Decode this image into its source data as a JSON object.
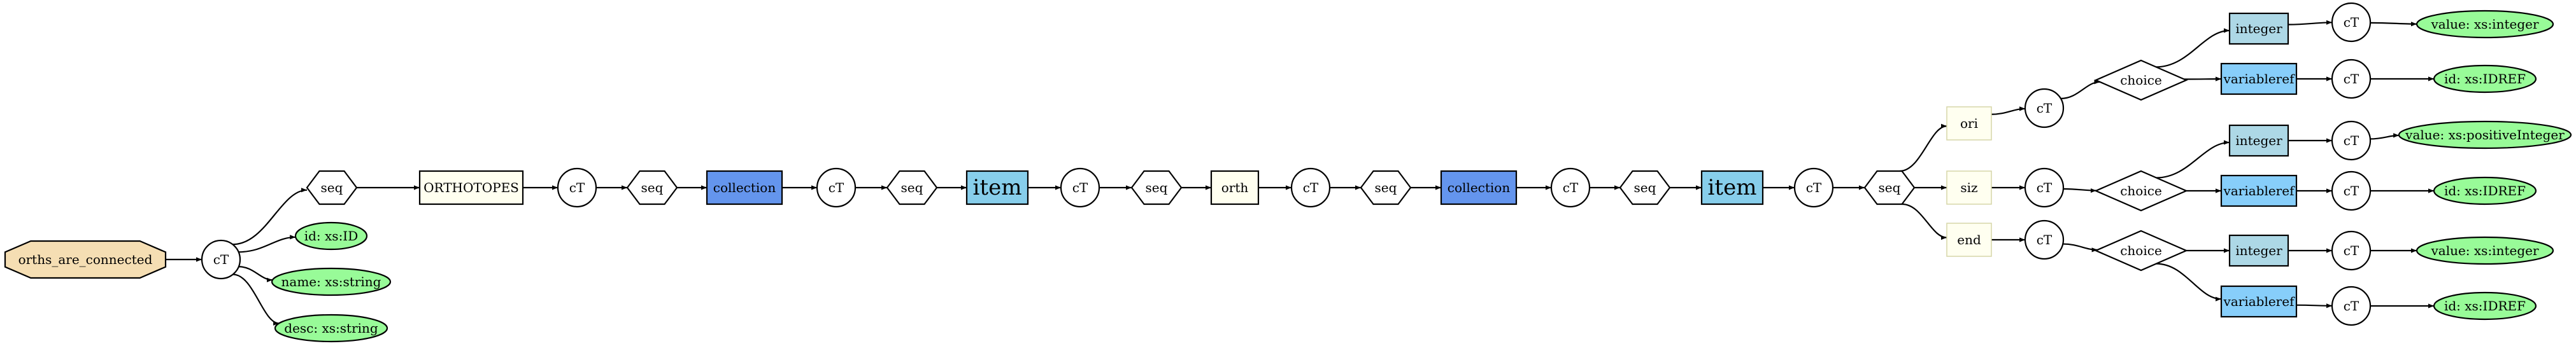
{
  "colors": {
    "root": "#f5deb3",
    "attribute": "#98fb98",
    "element": "#fffff0",
    "collection": "#6495ed",
    "item": "#87ceeb",
    "integer": "#add8e6",
    "variableref": "#87cefa",
    "plain": "#ffffff"
  },
  "nodes": {
    "root": "orths_are_connected",
    "ct": "cT",
    "seq": "seq",
    "choice": "choice",
    "attr_id_id": "id: xs:ID",
    "attr_name": "name: xs:string",
    "attr_desc": "desc: xs:string",
    "orthotopes": "ORTHOTOPES",
    "collection": "collection",
    "item": "item",
    "orth": "orth",
    "ori": "ori",
    "siz": "siz",
    "end": "end",
    "integer": "integer",
    "variableref": "variableref",
    "val_integer": "value: xs:integer",
    "val_posint": "value: xs:positiveInteger",
    "attr_idref": "id: xs:IDREF"
  }
}
